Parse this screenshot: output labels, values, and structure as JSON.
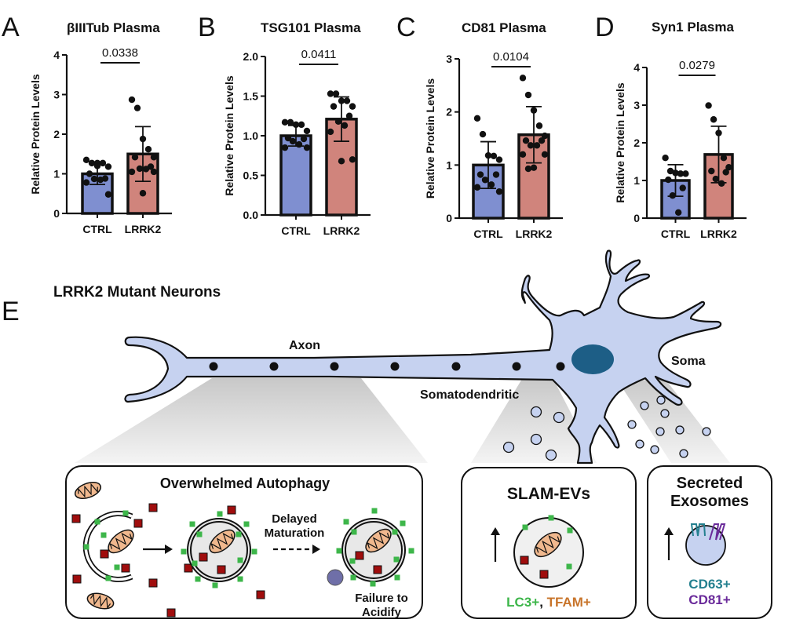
{
  "colors": {
    "ctrl_bar": "#7f8fd0",
    "lrrk2_bar": "#d0847c",
    "neuron_fill": "#c6d2f0",
    "nucleus": "#1d5e86",
    "lc3_green": "#3db64a",
    "tfam_orange": "#c8742a",
    "cd63_teal": "#24808f",
    "cd81_purple": "#6a2a9a",
    "cargo_red": "#a00d0d",
    "mito_fill": "#f0b88e",
    "lysosome_purple": "#6f6fa8"
  },
  "chart_data": [
    {
      "panel": "A",
      "type": "bar",
      "title": "βIIITub Plasma",
      "ylabel": "Relative Protein Levels",
      "xlabel": "",
      "categories": [
        "CTRL",
        "LRRK2"
      ],
      "values": [
        1.0,
        1.5
      ],
      "sd": [
        0.27,
        0.69
      ],
      "ylim": [
        0,
        4
      ],
      "yticks": [
        "0",
        "1",
        "2",
        "3",
        "4"
      ],
      "ytick_values": [
        0,
        1,
        2,
        3,
        4
      ],
      "points": [
        [
          1.35,
          1.27,
          1.27,
          1.27,
          1.18,
          1.0,
          0.88,
          0.87,
          0.85,
          0.78,
          0.48,
          1.2
        ],
        [
          2.87,
          2.66,
          1.88,
          1.62,
          1.42,
          1.42,
          1.18,
          1.13,
          1.12,
          1.05,
          1.05,
          0.51
        ]
      ],
      "significance": "0.0338"
    },
    {
      "panel": "B",
      "type": "bar",
      "title": "TSG101 Plasma",
      "ylabel": "Relative Protein Levels",
      "xlabel": "",
      "categories": [
        "CTRL",
        "LRRK2"
      ],
      "values": [
        1.0,
        1.21
      ],
      "sd": [
        0.13,
        0.28
      ],
      "ylim": [
        0,
        2.0
      ],
      "yticks": [
        "0.0",
        "0.5",
        "1.0",
        "1.5",
        "2.0"
      ],
      "ytick_values": [
        0,
        0.5,
        1.0,
        1.5,
        2.0
      ],
      "points": [
        [
          1.17,
          1.17,
          1.14,
          1.14,
          1.06,
          0.97,
          0.96,
          0.93,
          0.89,
          0.85,
          0.85
        ],
        [
          1.53,
          1.53,
          1.44,
          1.44,
          1.37,
          1.37,
          1.25,
          1.18,
          1.13,
          1.05,
          0.7,
          0.68
        ]
      ],
      "significance": "0.0411"
    },
    {
      "panel": "C",
      "type": "bar",
      "title": "CD81 Plasma",
      "ylabel": "Relative Protein Levels",
      "xlabel": "",
      "categories": [
        "CTRL",
        "LRRK2"
      ],
      "values": [
        1.0,
        1.57
      ],
      "sd": [
        0.44,
        0.53
      ],
      "ylim": [
        0,
        3
      ],
      "yticks": [
        "0",
        "1",
        "2",
        "3"
      ],
      "ytick_values": [
        0,
        1,
        2,
        3
      ],
      "points": [
        [
          1.88,
          1.58,
          1.18,
          1.17,
          1.1,
          0.82,
          0.82,
          0.72,
          0.63,
          0.58,
          0.5
        ],
        [
          2.64,
          2.32,
          2.03,
          1.74,
          1.55,
          1.46,
          1.46,
          1.37,
          1.37,
          1.2,
          1.2,
          0.95,
          0.93
        ]
      ],
      "significance": "0.0104"
    },
    {
      "panel": "D",
      "type": "bar",
      "title": "Syn1 Plasma",
      "ylabel": "Relative Protein Levels",
      "xlabel": "",
      "categories": [
        "CTRL",
        "LRRK2"
      ],
      "values": [
        1.0,
        1.69
      ],
      "sd": [
        0.42,
        0.75
      ],
      "ylim": [
        0,
        4
      ],
      "yticks": [
        "0",
        "1",
        "2",
        "3",
        "4"
      ],
      "ytick_values": [
        0,
        1,
        2,
        3,
        4
      ],
      "points": [
        [
          1.6,
          1.25,
          1.2,
          1.18,
          1.18,
          1.02,
          0.8,
          0.6,
          0.15
        ],
        [
          2.99,
          2.62,
          2.26,
          1.6,
          1.35,
          1.25,
          1.22,
          1.04,
          0.92
        ]
      ],
      "significance": "0.0279"
    }
  ],
  "diagram": {
    "panel": "E",
    "title": "LRRK2 Mutant Neurons",
    "labels": {
      "axon": "Axon",
      "soma": "Soma",
      "somatodendritic": "Somatodendritic"
    },
    "autophagy_box": {
      "title": "Overwhelmed Autophagy",
      "step_label_line1": "Delayed",
      "step_label_line2": "Maturation",
      "failure_line1": "Failure to",
      "failure_line2": "Acidify"
    },
    "slam_box": {
      "title": "SLAM-EVs",
      "marker1": "LC3+",
      "separator": ", ",
      "marker2": "TFAM+"
    },
    "exosome_box": {
      "title_line1": "Secreted",
      "title_line2": "Exosomes",
      "marker1": "CD63+",
      "marker2": "CD81+"
    }
  }
}
